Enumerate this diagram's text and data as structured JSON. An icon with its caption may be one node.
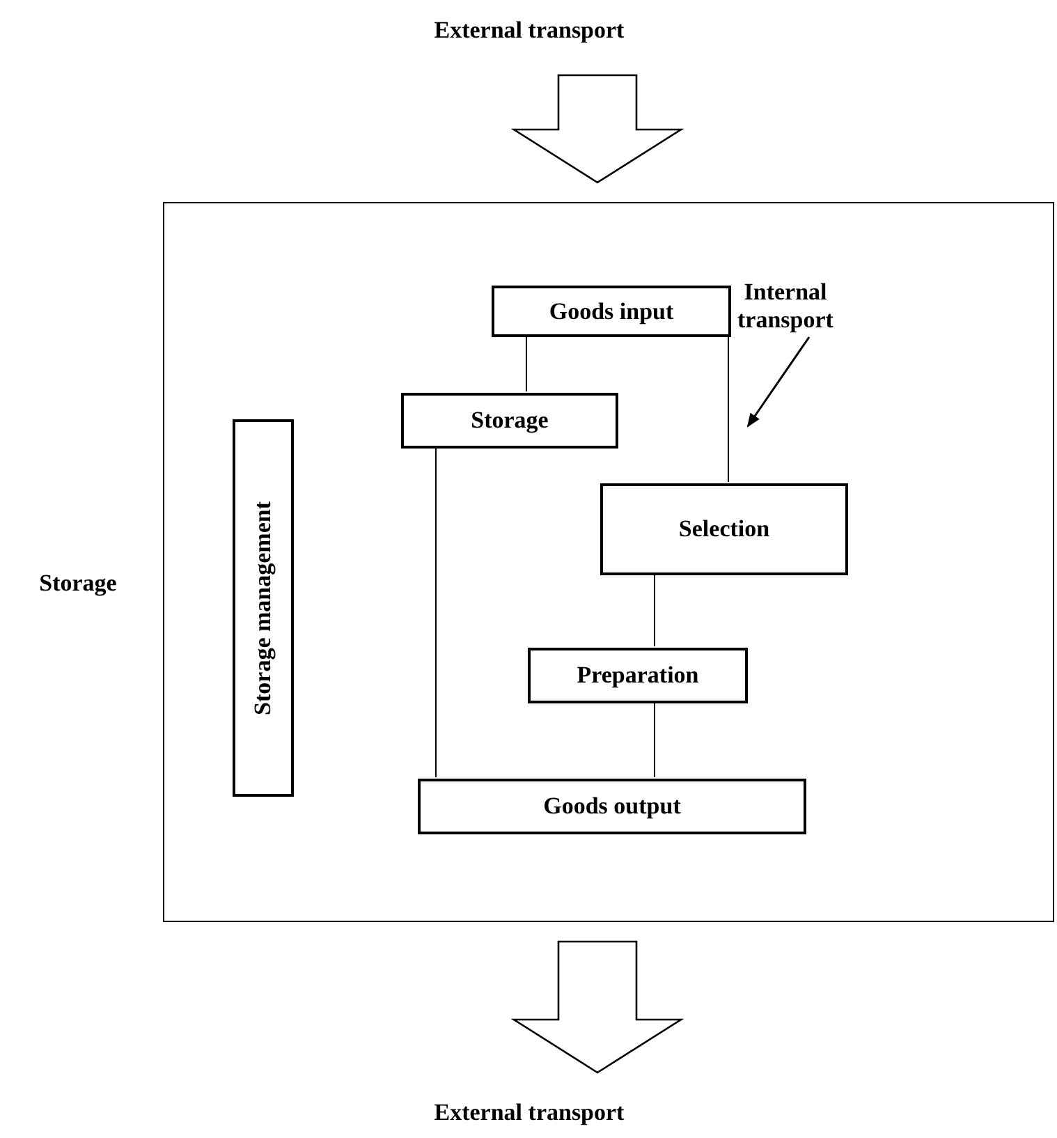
{
  "diagram": {
    "nodes": [
      {
        "text": [
          "External transport"
        ]
      },
      {
        "text": [
          "Storage"
        ]
      },
      {
        "text": [
          "Goods input"
        ],
        "in": 1
      },
      {
        "text": [
          "Internal transport"
        ],
        "in": 1
      },
      {
        "text": [
          "Storage"
        ],
        "in": 1
      },
      {
        "text": [
          "Storage management"
        ],
        "in": 1
      },
      {
        "text": [
          "Selection"
        ],
        "in": 1
      },
      {
        "text": [
          "Preparation"
        ],
        "in": 1
      },
      {
        "text": [
          "Goods output"
        ],
        "in": 1
      },
      {
        "text": [
          "External transport"
        ]
      }
    ],
    "edges": [
      {
        "from": 0,
        "to": 1,
        "arrow": "to",
        "style": "thick"
      },
      {
        "from": 2,
        "to": 4,
        "arrow": "none"
      },
      {
        "from": 2,
        "to": 6,
        "arrow": "none"
      },
      {
        "from": 3,
        "to": null,
        "arrow": "to"
      },
      {
        "from": 4,
        "to": 8,
        "arrow": "none"
      },
      {
        "from": 6,
        "to": 7,
        "arrow": "none"
      },
      {
        "from": 7,
        "to": 8,
        "arrow": "none"
      },
      {
        "from": 1,
        "to": 9,
        "arrow": "to",
        "style": "thick"
      }
    ]
  }
}
